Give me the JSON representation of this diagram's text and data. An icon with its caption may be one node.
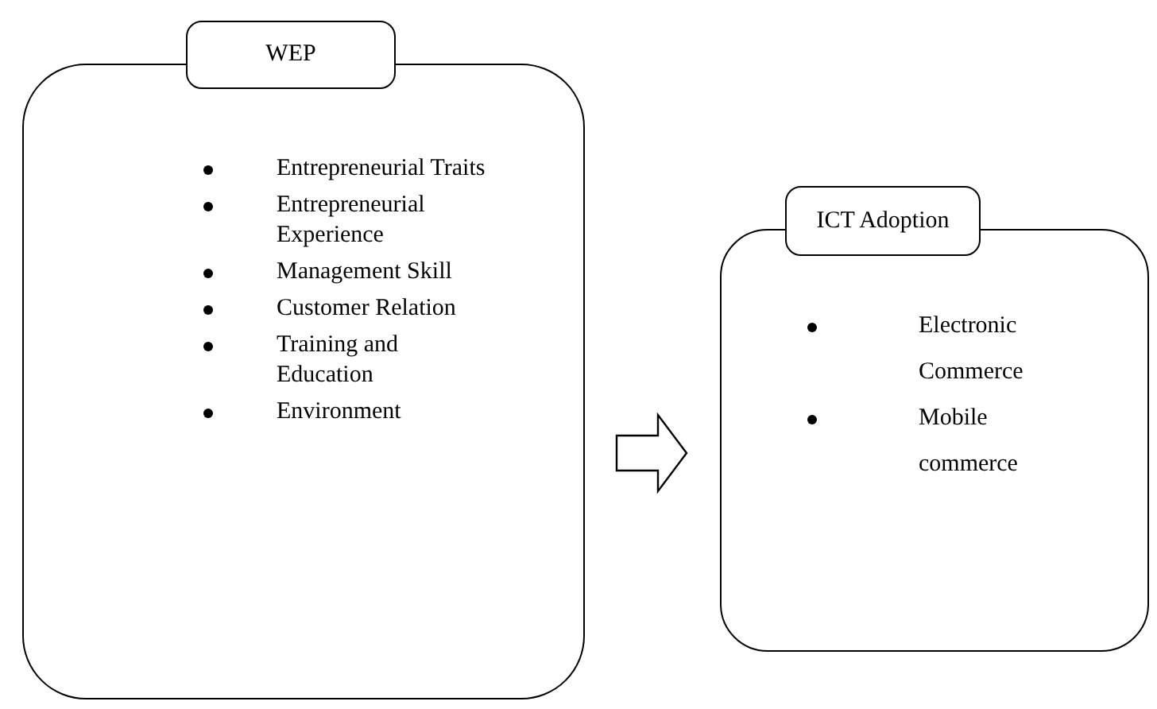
{
  "diagram": {
    "nodes": [
      {
        "text": [
          "WEP"
        ]
      },
      {
        "text": [
          "Entrepreneurial Traits",
          "Entrepreneurial Experience",
          "Management Skill",
          "Customer Relation",
          "Training and Education",
          "Environment"
        ]
      },
      {
        "text": [
          "ICT Adoption"
        ]
      },
      {
        "text": [
          "Electronic Commerce",
          "Mobile commerce"
        ]
      }
    ],
    "edges": [
      {
        "from": 1,
        "to": 3,
        "arrow": "to"
      }
    ]
  }
}
